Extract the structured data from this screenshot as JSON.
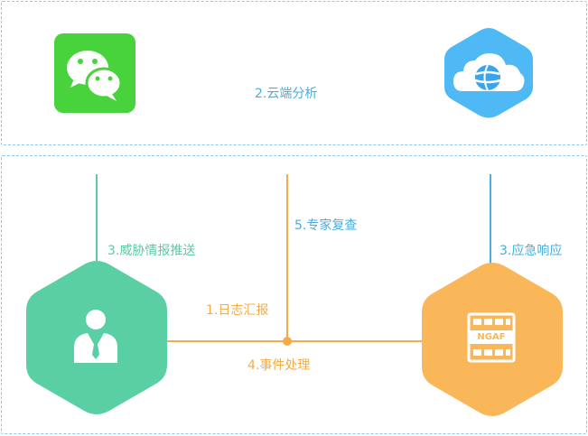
{
  "labels": {
    "cloud_analysis": "2.云端分析",
    "threat_intel": "3.威胁情报推送",
    "expert_review": "5.专家复查",
    "emergency": "3.应急响应",
    "log_report": "1.日志汇报",
    "incident": "4.事件处理"
  },
  "device": {
    "ngaf_text": "NGAF"
  },
  "colors": {
    "panel_border": "#8ec8ea",
    "wechat_green": "#48d33c",
    "cloud_blue": "#4fb9f5",
    "person_green": "#5bcfa4",
    "ngaf_orange": "#fab75a",
    "label_blue": "#4aaedf",
    "label_green": "#5cc9a3",
    "label_orange": "#f3ac47"
  },
  "icons": [
    "wechat-icon",
    "cloud-globe-icon",
    "person-icon",
    "ngaf-device-icon"
  ]
}
